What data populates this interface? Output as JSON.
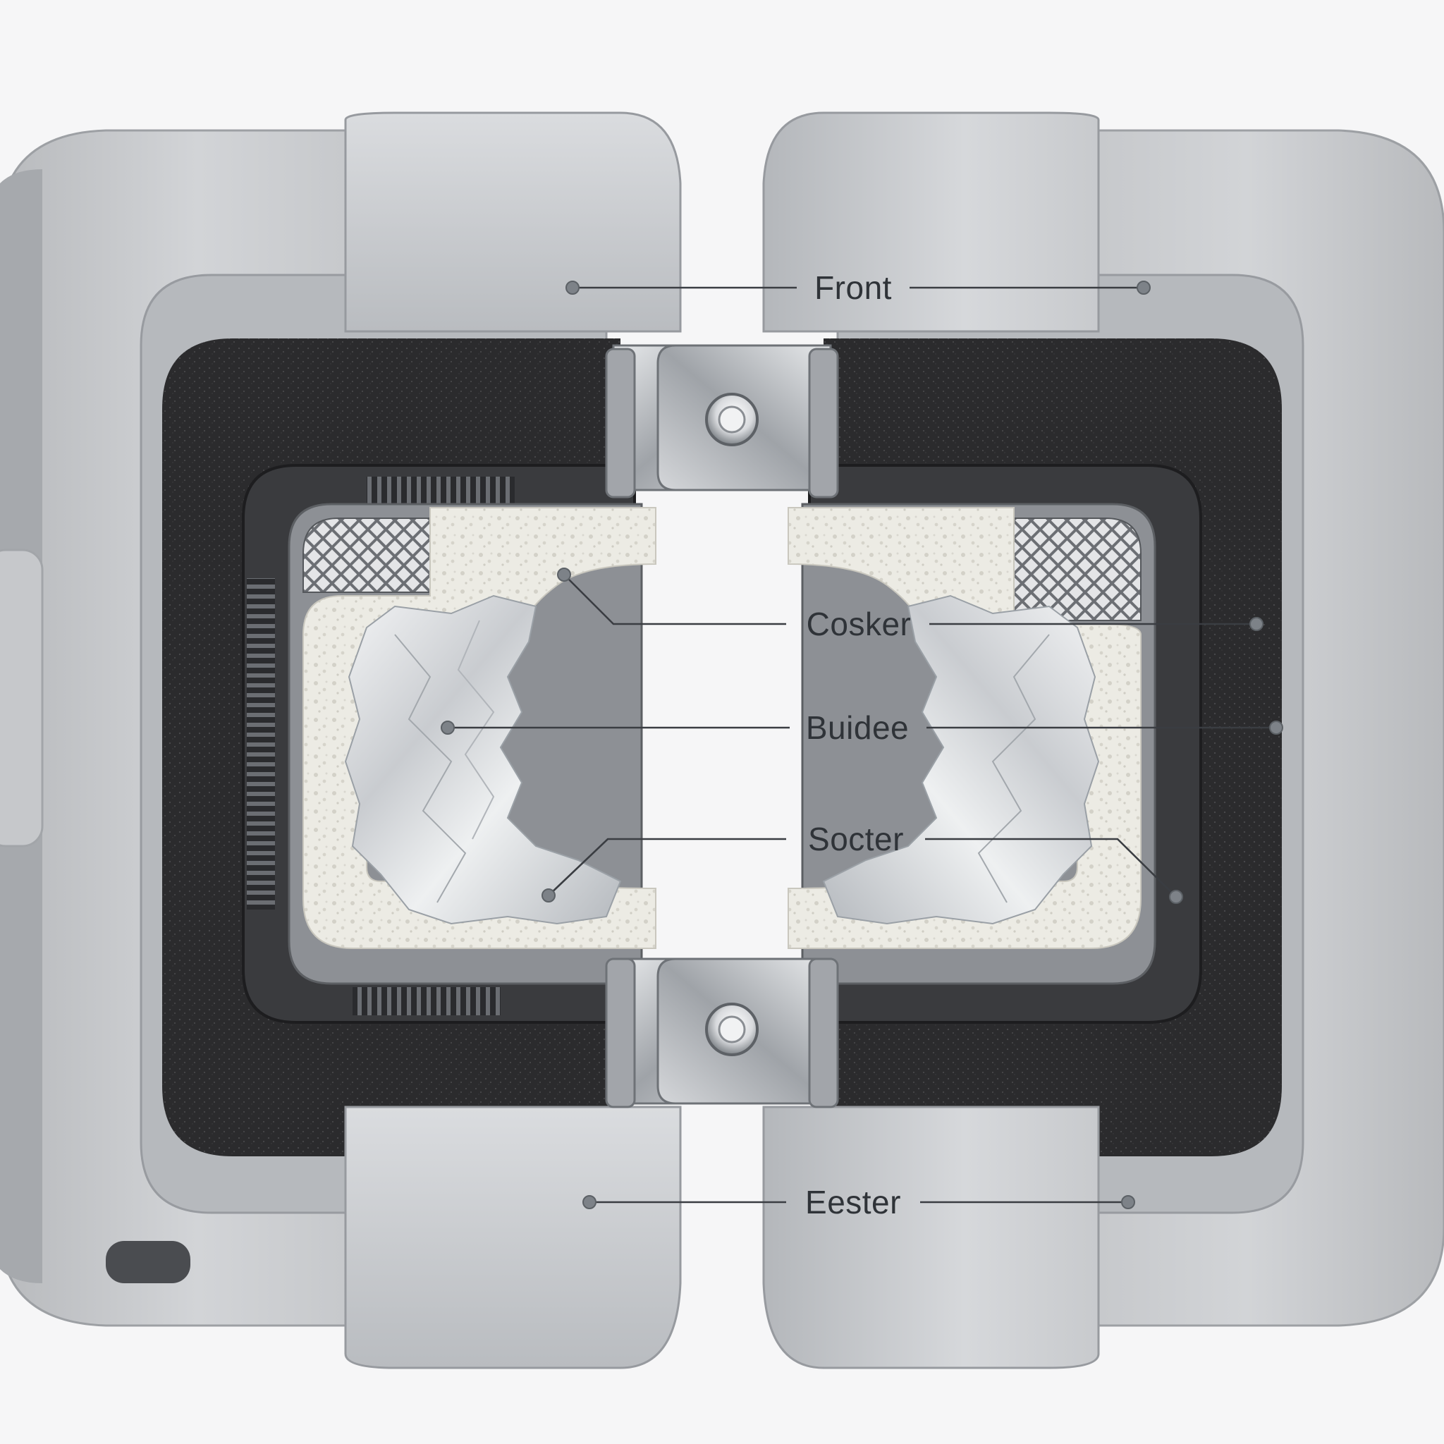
{
  "diagram": {
    "labels": [
      {
        "id": "front",
        "text": "Front"
      },
      {
        "id": "cosker",
        "text": "Cosker"
      },
      {
        "id": "buidee",
        "text": "Buidee"
      },
      {
        "id": "socter",
        "text": "Socter"
      },
      {
        "id": "eester",
        "text": "Eester"
      }
    ]
  },
  "colors": {
    "background": "#f6f6f7",
    "housing": "#c9cbce",
    "housing_shadow": "#a9acb0",
    "dark_foam": "#2c2c2e",
    "inner_frame": "#3a3b3e",
    "white_foam": "#e9e7df",
    "foil": "#cfd2d6",
    "bracket": "#b9bcc0",
    "leader": "#3a3d42"
  }
}
